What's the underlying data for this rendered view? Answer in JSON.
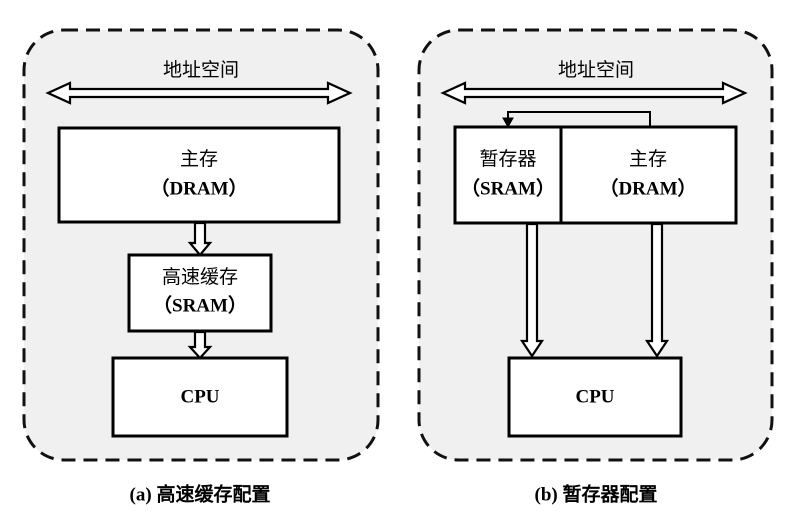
{
  "panel_a": {
    "address_space_label": "地址空间",
    "main_memory": {
      "title": "主存",
      "subtitle": "（DRAM）"
    },
    "cache": {
      "title": "高速缓存",
      "subtitle": "（SRAM）"
    },
    "cpu_label": "CPU",
    "caption": "(a) 高速缓存配置"
  },
  "panel_b": {
    "address_space_label": "地址空间",
    "scratchpad": {
      "title": "暂存器",
      "subtitle": "（SRAM）"
    },
    "main_memory": {
      "title": "主存",
      "subtitle": "（DRAM）"
    },
    "cpu_label": "CPU",
    "caption": "(b) 暂存器配置"
  },
  "colors": {
    "panel_fill": "#f0f0f0",
    "stroke": "#000000",
    "box_fill": "#ffffff"
  }
}
